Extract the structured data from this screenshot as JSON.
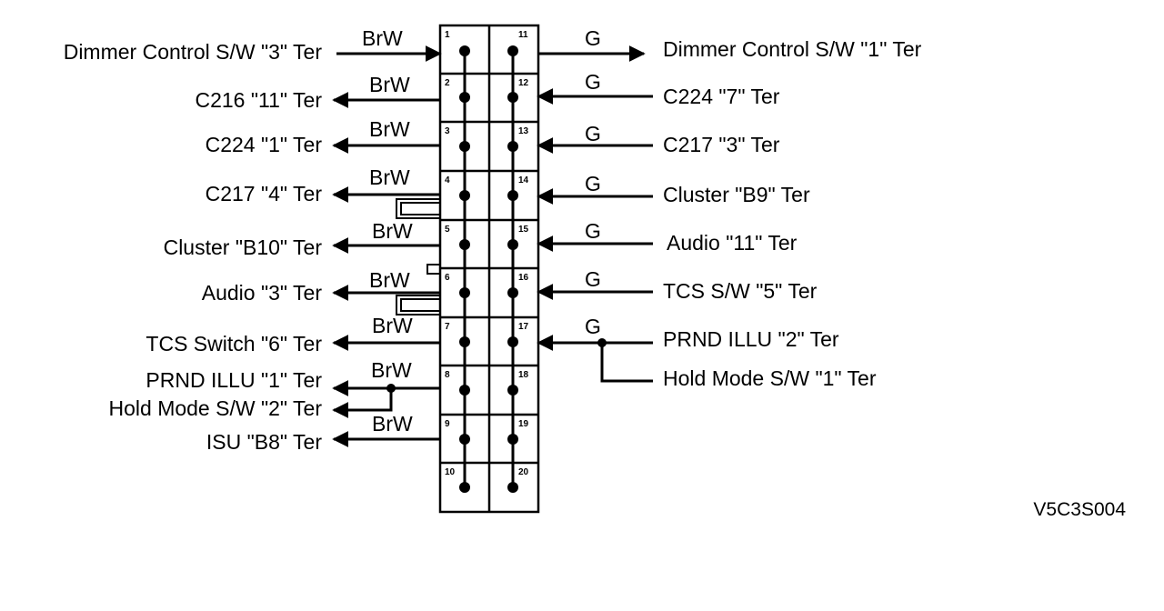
{
  "left_labels": [
    "Dimmer Control S/W \"3\" Ter",
    "C216 \"11\" Ter",
    "C224 \"1\" Ter",
    "C217 \"4\" Ter",
    "Cluster \"B10\" Ter",
    "Audio \"3\" Ter",
    "TCS Switch \"6\" Ter",
    "PRND ILLU \"1\" Ter",
    "Hold Mode S/W \"2\" Ter",
    "ISU \"B8\" Ter"
  ],
  "right_labels": [
    "Dimmer Control S/W \"1\" Ter",
    "C224 \"7\" Ter",
    "C217 \"3\" Ter",
    "Cluster \"B9\" Ter",
    "Audio \"11\" Ter",
    "TCS S/W \"5\" Ter",
    "PRND ILLU \"2\" Ter",
    "Hold Mode S/W \"1\" Ter"
  ],
  "left_wire_colors": [
    "BrW",
    "BrW",
    "BrW",
    "BrW",
    "BrW",
    "BrW",
    "BrW",
    "BrW",
    "BrW"
  ],
  "right_wire_colors": [
    "G",
    "G",
    "G",
    "G",
    "G",
    "G",
    "G"
  ],
  "left_pins": [
    "1",
    "2",
    "3",
    "4",
    "5",
    "6",
    "7",
    "8",
    "9",
    "10"
  ],
  "right_pins": [
    "11",
    "12",
    "13",
    "14",
    "15",
    "16",
    "17",
    "18",
    "19",
    "20"
  ],
  "figure_code": "V5C3S004"
}
